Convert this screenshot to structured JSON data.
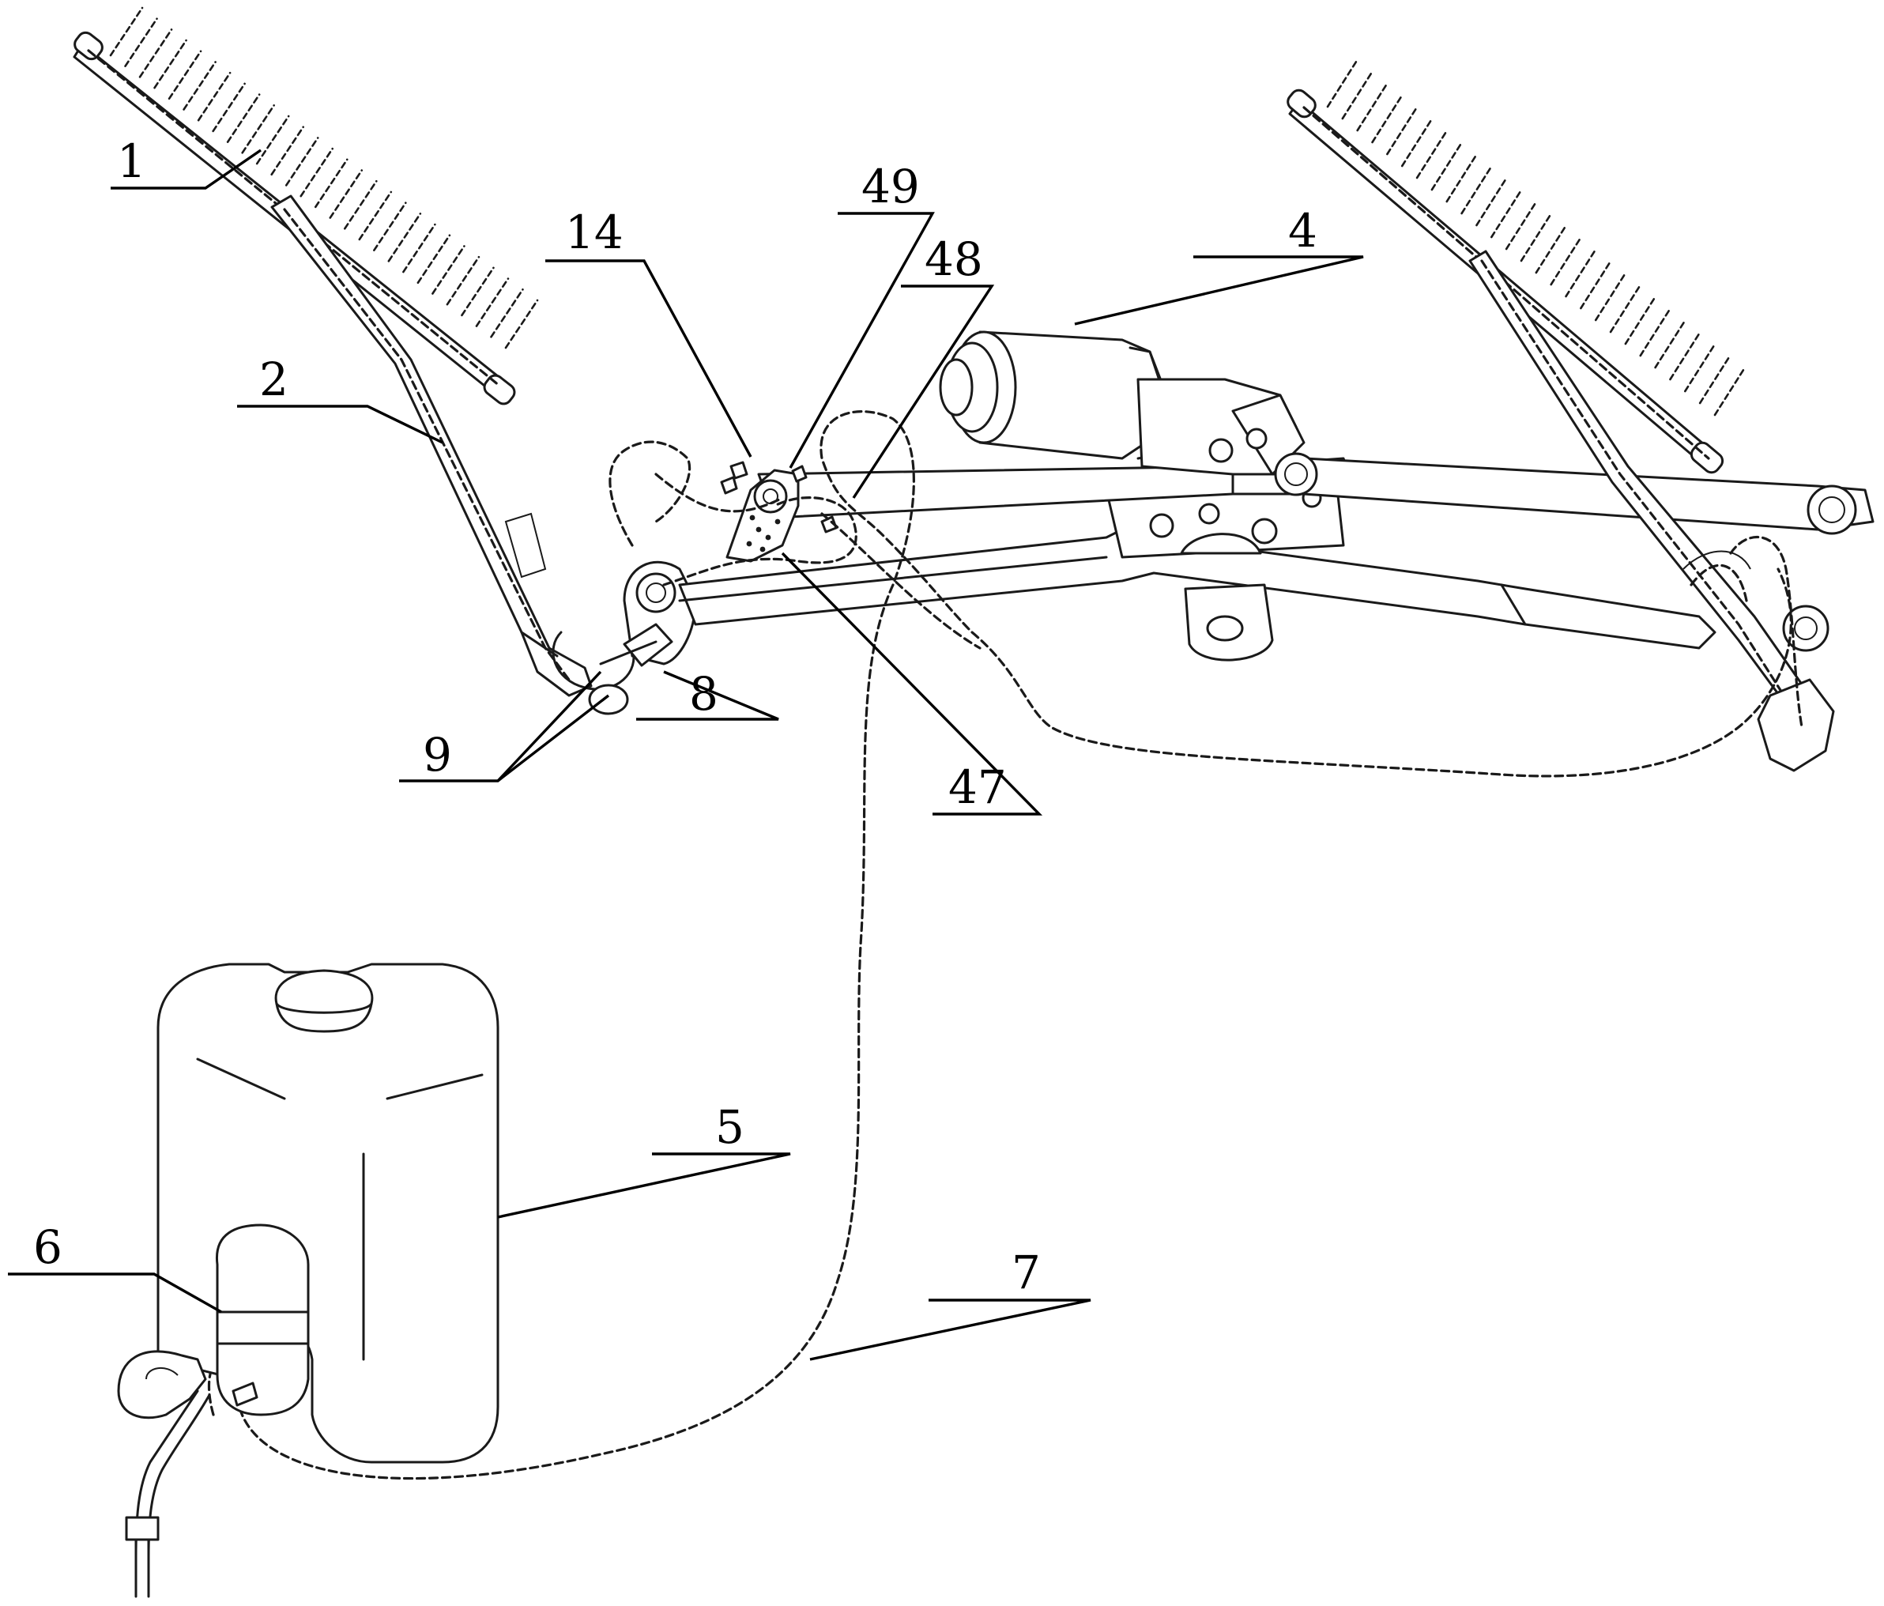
{
  "labels": {
    "l1": "1",
    "l2": "2",
    "l4": "4",
    "l5": "5",
    "l6": "6",
    "l7": "7",
    "l8": "8",
    "l9": "9",
    "l14": "14",
    "l47": "47",
    "l48": "48",
    "l49": "49"
  },
  "colors": {
    "line": "#1a1a1a",
    "background": "#ffffff"
  }
}
